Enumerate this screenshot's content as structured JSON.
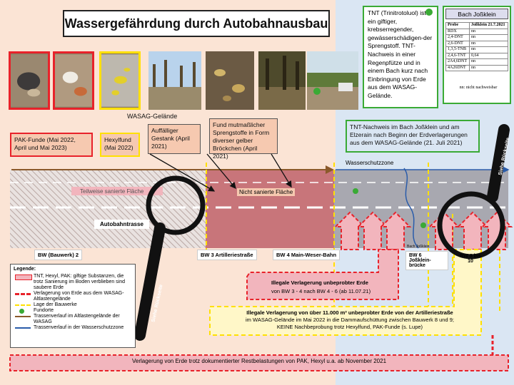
{
  "title": "Wassergefährdung durch Autobahnausbau",
  "wasag_label": "WASAG-Gelände",
  "tnt_note": "TNT (Trinitrotoluol) ist ein giftiger, krebserregender, gewässerschädigen-der Sprengstoff. TNT-Nachweis in einer Regenpfütze und in einem Bach kurz nach Einbringung von Erde aus dem WASAG-Gelände.",
  "bach": {
    "title": "Bach Joßklein",
    "header": [
      "Probe",
      "Joßklein 21.7.2021"
    ],
    "rows": [
      [
        "RDX",
        "nn"
      ],
      [
        "2,4-DNT",
        "nn"
      ],
      [
        "2,6-DNT",
        "nn"
      ],
      [
        "1,3,5-TNB",
        "nn"
      ],
      [
        "2,4,6-TNT",
        "0,64"
      ],
      [
        "2A4,6DNT",
        "nn"
      ],
      [
        "4A26DNT",
        "nn"
      ]
    ],
    "footnote": "nn: nicht nachweisbar"
  },
  "boxes": {
    "pak": "PAK-Funde (Mai 2022, April und Mai 2023)",
    "hexyl": "Hexylfund (Mai 2022)",
    "gestank": "Auffälliger Gestank (April 2021)",
    "sprengstoff": "Fund mutmaßlicher Sprengstoffe in Form diverser gelber Bröckchen (April 2021)",
    "tnt_nachweis": "TNT-Nachweis im Bach Joßklein und am Elzerain nach Beginn der Erdverlagerungen aus dem WASAG-Gelände (21. Juli 2021)"
  },
  "labels": {
    "wasserschutzzone": "Wasserschutzzone",
    "teilweise": "Teilweise sanierte Fläche",
    "nicht_saniert": "Nicht sanierte Fläche",
    "autobahntrasse": "Autobahntrasse",
    "bach_josklein": "Bach Joßklein",
    "siehe_rueckseite": "Siehe Rückseite"
  },
  "bw": {
    "bw2": "BW (Bauwerk) 2",
    "bw3": "BW 3 Artilleriestraße",
    "bw4": "BW 4 Main-Weser-Bahn",
    "bw6": "BW 6 Joßklein-brücke",
    "bw8": "BW 8 bis 10"
  },
  "notes": {
    "illegal1_title": "Illegale Verlagerung unbeprobter Erde",
    "illegal1_text": "von BW 3 - 4 nach BW 4 - 6 (ab 11.07.21)",
    "illegal2_l1": "Illegale Verlagerung von über 11.000 m³ unbeprobter Erde von der Artilleriestraße",
    "illegal2_l2": "im WASAG-Gelände im Mai 2022 in die Dammaufschüttung zwischen Bauwerk 8 und 9;",
    "illegal2_l3": "KEINE Nachbeprobung trotz Hexylfund, PAK-Funde (s. Lupe)",
    "bottom": "Verlagerung von Erde trotz dokumentierter Restbelastungen von PAK, Hexyl u.a. ab November 2021"
  },
  "legend": {
    "title": "Legende:",
    "items": [
      "TNT, Hexyl, PAK: giftige Substanzen, die trotz Sanierung im Boden verblieben sind",
      "saubere Erde",
      "Verlagerung von Erde aus dem WASAG- Altlastengelände",
      "Lage der Bauwerke",
      "Fundorte",
      "Trassenverlauf im Altlastengelände der WASAG",
      "Trassenverlauf in der Wasserschutzzone"
    ]
  },
  "colors": {
    "red": "#e8222a",
    "yellow": "#ffe000",
    "green": "#3aaa35",
    "pink": "#f2b5bd",
    "brown": "#8b5a2b",
    "blue": "#2a5caa"
  }
}
